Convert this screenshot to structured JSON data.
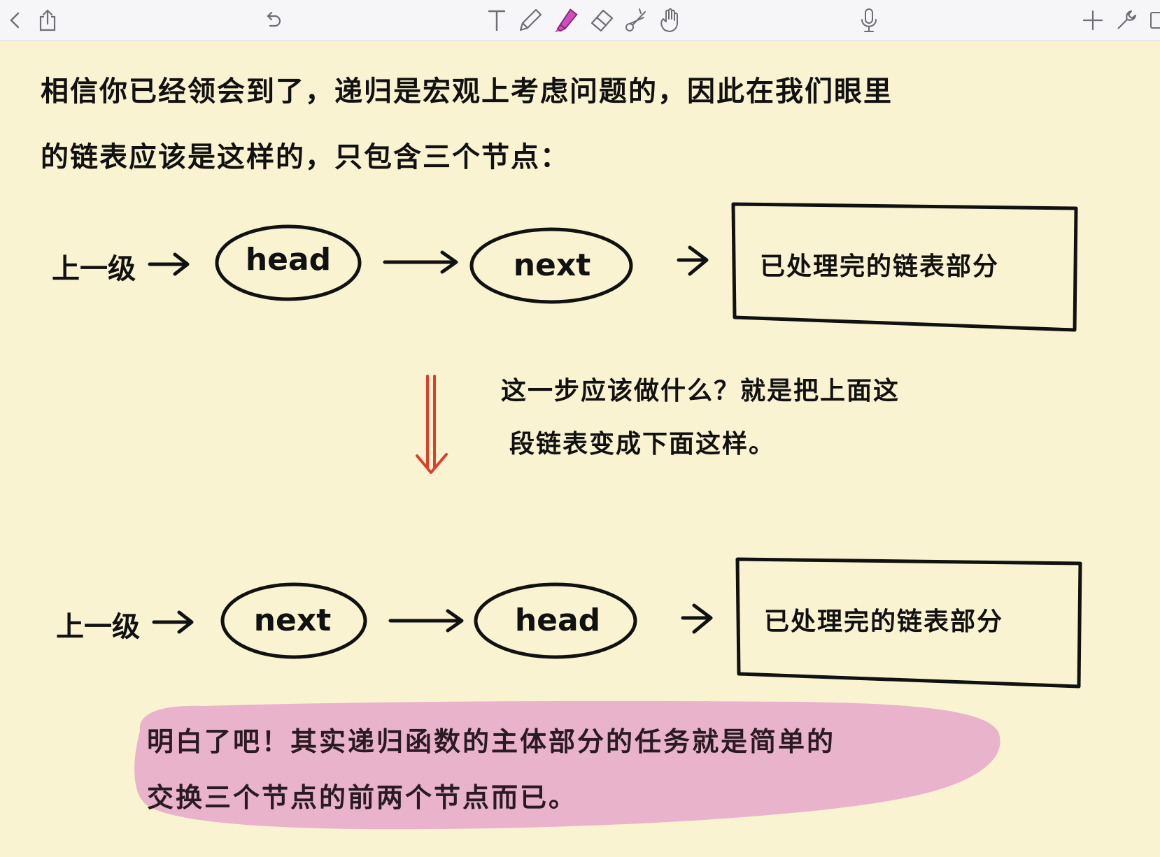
{
  "toolbar": {
    "left_icons": [
      "chevron-left-icon",
      "share-icon",
      "undo-icon"
    ],
    "tool_icons": [
      "text-tool-icon",
      "pen-tool-icon",
      "highlighter-tool-icon",
      "eraser-tool-icon",
      "lasso-tool-icon",
      "hand-tool-icon"
    ],
    "right_icons": [
      "microphone-icon",
      "add-icon",
      "wrench-icon"
    ],
    "active_tool": "highlighter",
    "highlighter_color": "#d24bc0"
  },
  "note": {
    "intro": {
      "line1": "相信你已经领会到了，递归是宏观上考虑问题的，因此在我们眼里",
      "line2": "的链表应该是这样的，只包含三个节点："
    },
    "diagram_before": {
      "prev_label": "上一级",
      "node1": "head",
      "node2": "next",
      "rest_box": "已处理完的链表部分"
    },
    "middle_note": {
      "line1": "这一步应该做什么？就是把上面这",
      "line2": "段链表变成下面这样。"
    },
    "diagram_after": {
      "prev_label": "上一级",
      "node1": "next",
      "node2": "head",
      "rest_box": "已处理完的链表部分"
    },
    "summary": {
      "line1": "明白了吧！其实递归函数的主体部分的任务就是简单的",
      "line2": "交换三个节点的前两个节点而已。"
    }
  },
  "colors": {
    "paper": "#faf3d2",
    "ink": "#111111",
    "down_arrow": "#d9412c",
    "highlight": "#e9b3cc"
  }
}
